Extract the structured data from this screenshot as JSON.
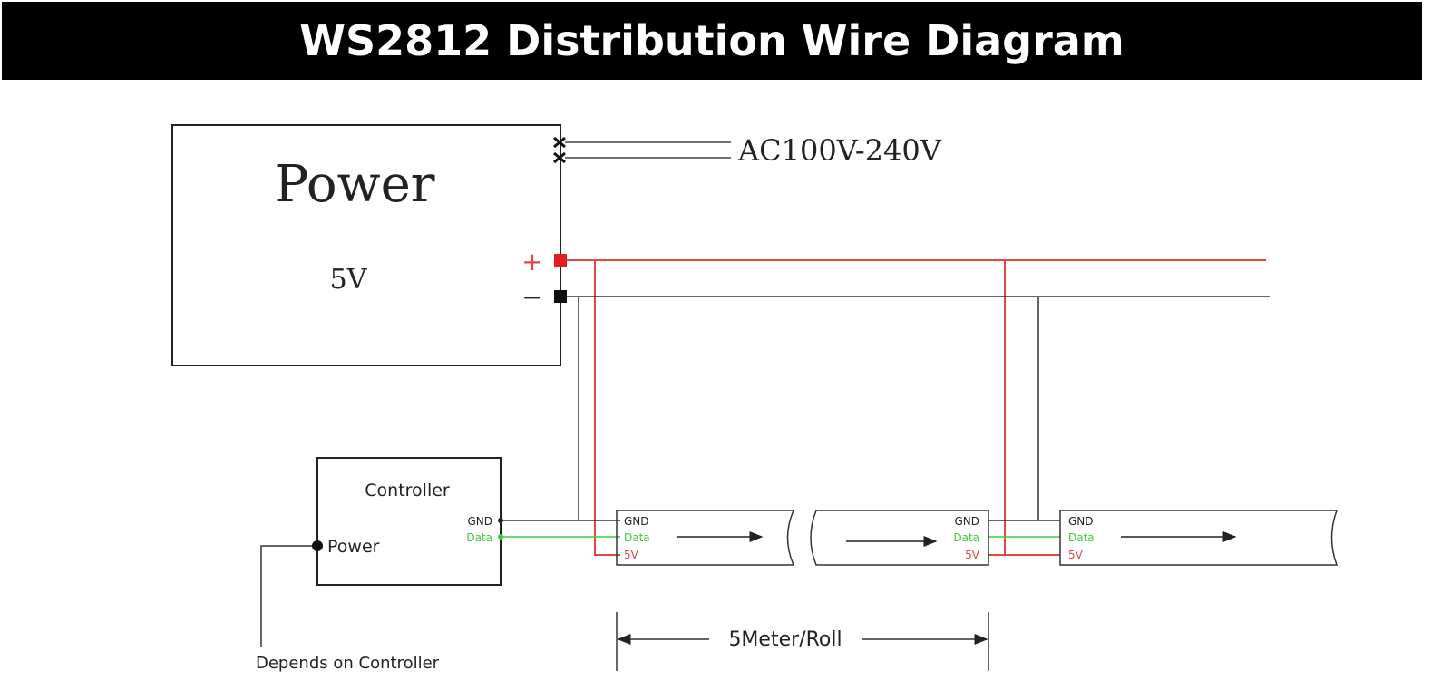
{
  "title": "WS2812 Distribution Wire Diagram",
  "power_supply": {
    "label": "Power",
    "voltage": "5V",
    "ac_input": "AC100V-240V",
    "plus_sign": "+",
    "minus_sign": "−"
  },
  "controller": {
    "label": "Controller",
    "power_label": "Power",
    "gnd_label": "GND",
    "data_label": "Data",
    "note": "Depends on Controller"
  },
  "strip_pins": {
    "gnd": "GND",
    "data": "Data",
    "v5": "5V"
  },
  "roll_length": "5Meter/Roll",
  "colors": {
    "positive_wire": "#e04848",
    "negative_wire": "#222222",
    "data_wire": "#3dcc3d",
    "title_background": "#000000",
    "title_text": "#ffffff"
  }
}
